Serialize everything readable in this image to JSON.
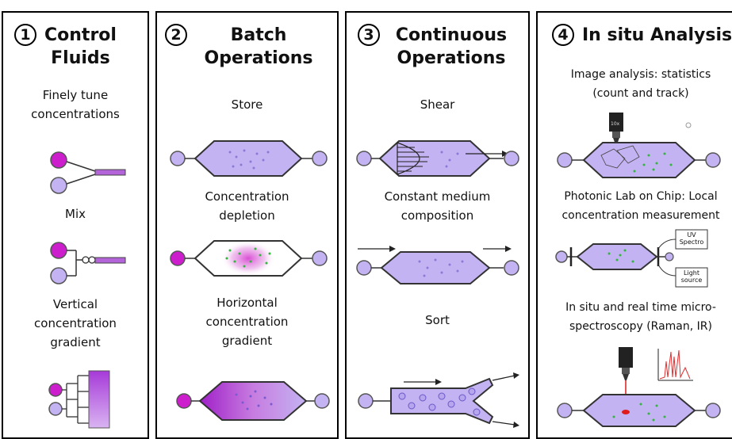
{
  "panels": [
    {
      "number": "1",
      "title": "Control\nFluids",
      "items": [
        "Finely tune\nconcentrations",
        "Mix",
        "Vertical\nconcentration\ngradient"
      ]
    },
    {
      "number": "2",
      "title": "Batch\nOperations",
      "items": [
        "Store",
        "Concentration\ndepletion",
        "Horizontal\nconcentration\ngradient"
      ]
    },
    {
      "number": "3",
      "title": "Continuous\nOperations",
      "items": [
        "Shear",
        "Constant medium\ncomposition",
        "Sort"
      ]
    },
    {
      "number": "4",
      "title": "In situ Analysis",
      "items": [
        "Image analysis: statistics\n(count and track)",
        "Photonic Lab on Chip: Local\nconcentration measurement",
        "In situ and real time micro-\nspectroscopy (Raman, IR)"
      ],
      "instrument_labels": [
        "UV\nSpectro",
        "Light\nsource"
      ],
      "objective_label": "10x"
    }
  ],
  "colors": {
    "purple_fill": "#b9a9f0",
    "magenta": "#cc1ecc",
    "lavender": "#c4b3f2",
    "dots": "#31b53d"
  }
}
